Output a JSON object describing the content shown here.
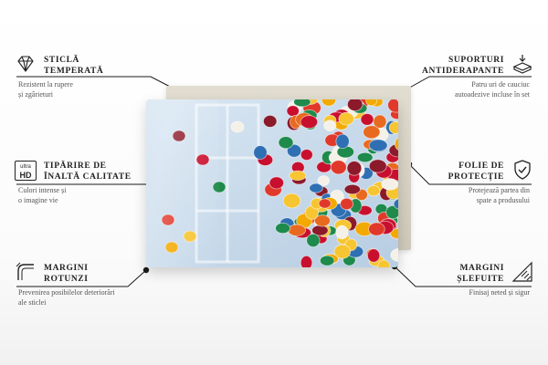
{
  "features": {
    "tl": {
      "icon": "diamond-icon",
      "title_1": "STICLĂ",
      "title_2": "TEMPERATĂ",
      "desc_1": "Rezistent la rupere",
      "desc_2": "și zgârieturi"
    },
    "ml": {
      "icon": "ultra-hd-icon",
      "icon_text_1": "ultra",
      "icon_text_2": "HD",
      "title_1": "TIPĂRIRE DE",
      "title_2": "ÎNALTĂ CALITATE",
      "desc_1": "Culori intense și",
      "desc_2": "o imagine vie"
    },
    "bl": {
      "icon": "rounded-corner-icon",
      "title_1": "MARGINI",
      "title_2": "ROTUNZI",
      "desc_1": "Prevenirea posibilelor deteriorări",
      "desc_2": "ale sticlei"
    },
    "tr": {
      "icon": "mounting-stand-icon",
      "title_1": "SUPORTURI",
      "title_2": "ANTIDERAPANTE",
      "desc_1": "Patru uri de cauciuc",
      "desc_2": "autoadezive incluse în set"
    },
    "mr": {
      "icon": "shield-check-icon",
      "title_1": "FOLIE DE",
      "title_2": "PROTECȚIE",
      "desc_1": "Protejează partea din",
      "desc_2": "spate a produsului"
    },
    "br": {
      "icon": "polished-edge-icon",
      "title_1": "MARGINI",
      "title_2": "ȘLEFUITE",
      "desc_1": "Finisaj neted și sigur",
      "desc_2": ""
    }
  },
  "colors": {
    "text": "#222222",
    "line": "#1a1a1a",
    "backplate": "#d6d0c3",
    "glass": "#c9dced"
  },
  "product": {
    "image": "colorful-candies-on-light-blue-glass-panel"
  }
}
